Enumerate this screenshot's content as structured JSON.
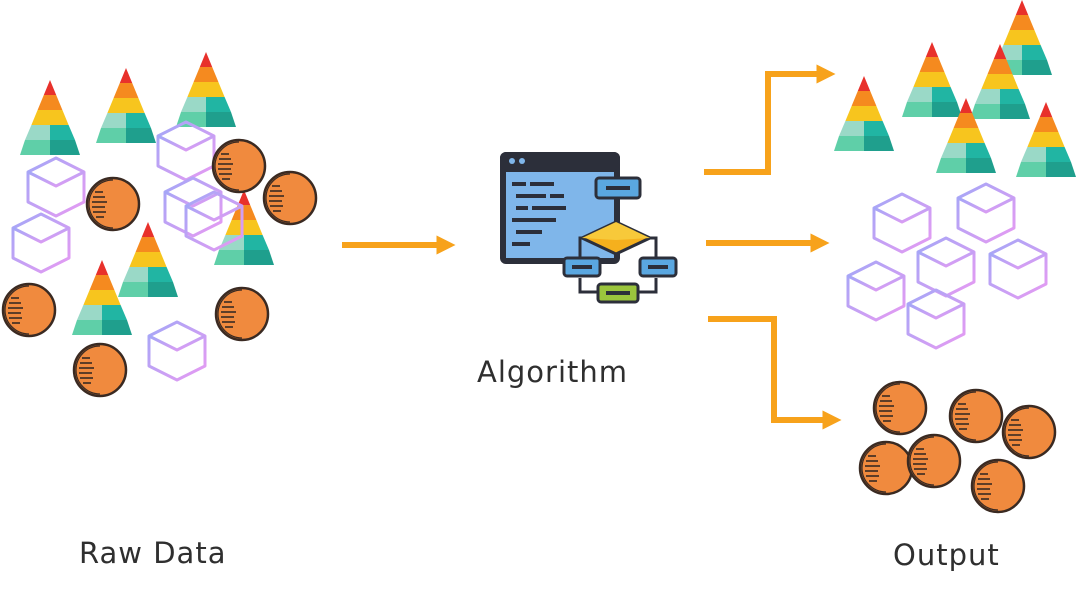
{
  "labels": {
    "raw_data": "Raw Data",
    "algorithm": "Algorithm",
    "output": "Output"
  },
  "icons": {
    "pyramid": "pyramid-icon",
    "cube": "cube-icon",
    "coin": "coin-icon",
    "algorithm": "algorithm-flowchart-icon",
    "arrow": "arrow-icon"
  },
  "colors": {
    "arrow": "#f7a21b",
    "pyramid_bands": [
      "#e8312b",
      "#f58a1f",
      "#f7c51e",
      "#9ad9c7",
      "#21b5a3",
      "#5fcfa8"
    ],
    "cube_stroke_a": "#a3a7f7",
    "cube_stroke_b": "#e79af2",
    "coin_fill": "#f08a3e",
    "coin_stroke": "#3a2a22",
    "window_frame": "#2c2f3a",
    "window_body": "#7fb6ea",
    "node_fill": "#5aa7e0",
    "diamond_fill": "#f5b01d",
    "bottom_node_fill": "#9bc53d"
  }
}
